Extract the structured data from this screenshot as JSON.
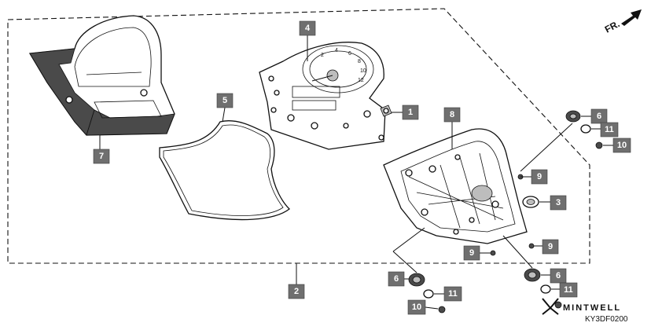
{
  "direction_label": "FR.",
  "diagram_code": "KY3DF0200",
  "watermark": "MINTWELL",
  "callouts": [
    {
      "id": "c1",
      "label": "1"
    },
    {
      "id": "c2",
      "label": "2"
    },
    {
      "id": "c3",
      "label": "3"
    },
    {
      "id": "c4",
      "label": "4"
    },
    {
      "id": "c5",
      "label": "5"
    },
    {
      "id": "c6a",
      "label": "6"
    },
    {
      "id": "c6b",
      "label": "6"
    },
    {
      "id": "c6c",
      "label": "6"
    },
    {
      "id": "c7",
      "label": "7"
    },
    {
      "id": "c8",
      "label": "8"
    },
    {
      "id": "c9a",
      "label": "9"
    },
    {
      "id": "c9b",
      "label": "9"
    },
    {
      "id": "c9c",
      "label": "9"
    },
    {
      "id": "c10a",
      "label": "10"
    },
    {
      "id": "c10b",
      "label": "10"
    },
    {
      "id": "c11a",
      "label": "11"
    },
    {
      "id": "c11b",
      "label": "11"
    },
    {
      "id": "c11c",
      "label": "11"
    }
  ],
  "speedometer_scale": [
    "2",
    "4",
    "6",
    "8",
    "10",
    "12"
  ]
}
